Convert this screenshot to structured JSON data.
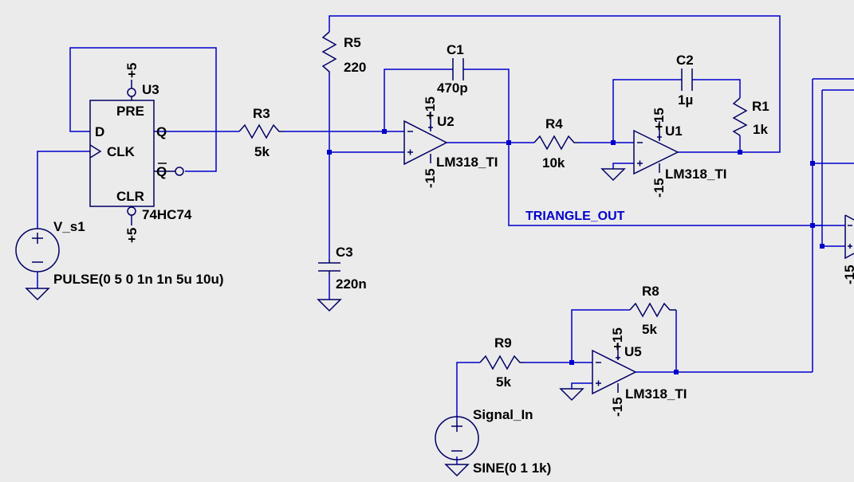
{
  "components": {
    "u3": {
      "ref": "U3",
      "part": "74HC74",
      "pins": {
        "d": "D",
        "clk": "CLK",
        "q": "Q",
        "qbar": "Q",
        "pre": "PRE",
        "clr": "CLR"
      },
      "supply_top": "+5",
      "supply_bottom": "+5"
    },
    "vs1": {
      "ref": "V_s1",
      "value": "PULSE(0 5 0 1n 1n 5u 10u)"
    },
    "r3": {
      "ref": "R3",
      "value": "5k"
    },
    "r5": {
      "ref": "R5",
      "value": "220"
    },
    "c3": {
      "ref": "C3",
      "value": "220n"
    },
    "c1": {
      "ref": "C1",
      "value": "470p"
    },
    "u2": {
      "ref": "U2",
      "part": "LM318_TI",
      "vpos": "+15",
      "vneg": "-15"
    },
    "r4": {
      "ref": "R4",
      "value": "10k"
    },
    "c2": {
      "ref": "C2",
      "value": "1µ"
    },
    "r1": {
      "ref": "R1",
      "value": "1k"
    },
    "u1": {
      "ref": "U1",
      "part": "LM318_TI",
      "vpos": "+15",
      "vneg": "-15"
    },
    "r8": {
      "ref": "R8",
      "value": "5k"
    },
    "r9": {
      "ref": "R9",
      "value": "5k"
    },
    "u5": {
      "ref": "U5",
      "part": "LM318_TI",
      "vpos": "+15",
      "vneg": "-15"
    },
    "signal_in": {
      "ref": "Signal_In",
      "value": "SINE(0 1 1k)"
    },
    "u_partial": {
      "vneg": "-15"
    }
  },
  "nets": {
    "triangle_out": "TRIANGLE_OUT"
  },
  "colors": {
    "background": "#ebebeb",
    "wire": "#0000cc",
    "component": "#000066",
    "text": "#000000",
    "net_label": "#0000cc"
  }
}
